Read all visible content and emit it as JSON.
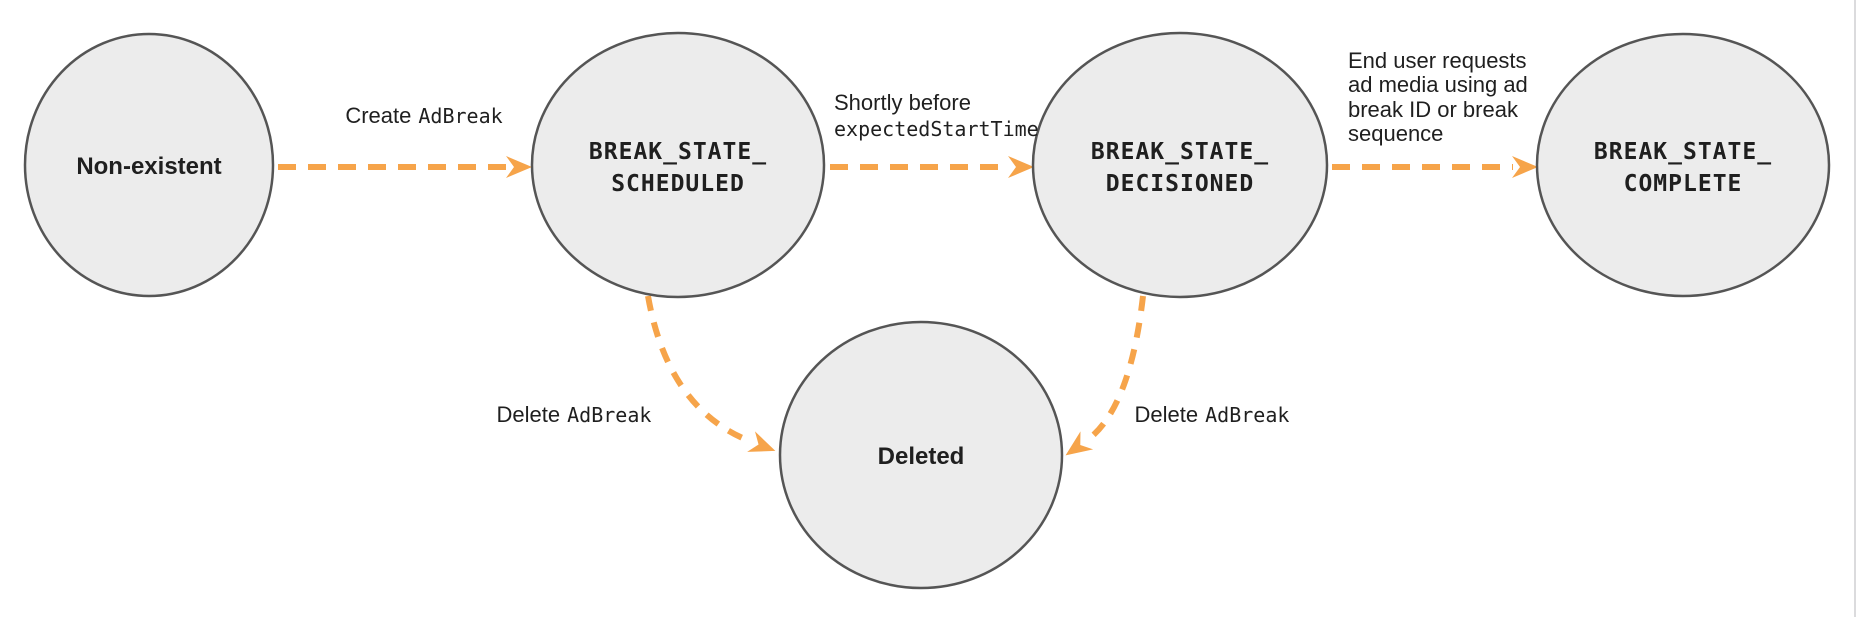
{
  "colors": {
    "accent": "#F6A44A",
    "node_fill": "#ECECEC",
    "node_stroke": "#555555",
    "text": "#1F1F1F",
    "page_edge": "#DBDBDD"
  },
  "nodes": {
    "non_existent": {
      "label": "Non-existent"
    },
    "scheduled": {
      "line1": "BREAK_STATE_",
      "line2": "SCHEDULED"
    },
    "decisioned": {
      "line1": "BREAK_STATE_",
      "line2": "DECISIONED"
    },
    "complete": {
      "line1": "BREAK_STATE_",
      "line2": "COMPLETE"
    },
    "deleted": {
      "label": "Deleted"
    }
  },
  "edges": {
    "create": {
      "plain": "Create",
      "code": "AdBreak"
    },
    "shortly": {
      "line1": "Shortly before",
      "line2_code": "expectedStartTime"
    },
    "end_user": {
      "line1": "End user requests",
      "line2": "ad media using ad",
      "line3": "break ID or break",
      "line4": "sequence"
    },
    "delete_left": {
      "plain": "Delete",
      "code": "AdBreak"
    },
    "delete_right": {
      "plain": "Delete",
      "code": "AdBreak"
    }
  }
}
